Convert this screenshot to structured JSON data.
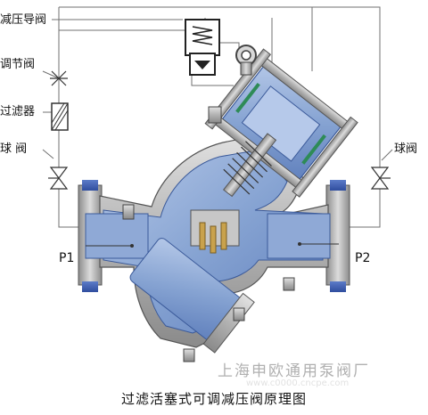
{
  "labels": {
    "pilot_valve": "减压导阀",
    "throttle_valve": "调节阀",
    "filter": "过滤器",
    "ball_valve_left": "球 阀",
    "ball_valve_right": "球阀",
    "p1": "P1",
    "p2": "P2"
  },
  "company": "上海申欧通用泵阀厂",
  "watermark": "www.c0000.cncpe.com",
  "caption": "过滤活塞式可调减压阀原理图",
  "colors": {
    "body_blue": "#7f9ecf",
    "body_blue_light": "#a9c0e3",
    "metal_grey": "#b9b9b9",
    "metal_dark": "#6f6f6f",
    "flange_blue": "#3d5db0",
    "brass": "#c9a24c",
    "pipe_line": "#707070",
    "seal_green": "#2e8b57"
  }
}
